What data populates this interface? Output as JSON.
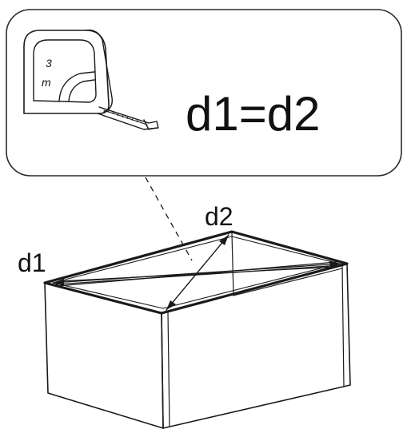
{
  "callout": {
    "equation": "d1=d2",
    "tape_measure": {
      "icon": "tape-measure-icon",
      "length_number": "3",
      "length_unit": "m"
    }
  },
  "box": {
    "diagonal_1_label": "d1",
    "diagonal_2_label": "d2"
  },
  "colors": {
    "line": "#1a1a1a",
    "background": "#ffffff"
  }
}
